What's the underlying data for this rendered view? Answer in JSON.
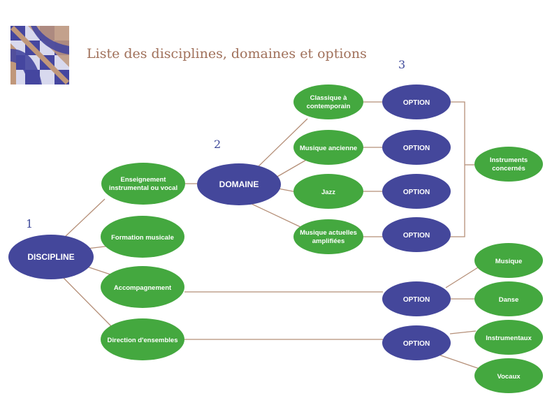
{
  "title": "Liste des disciplines, domaines et options",
  "colors": {
    "green": "#44a83f",
    "blue": "#44479b",
    "line": "#b58f78",
    "title": "#a0705a",
    "step": "#3f4a9a",
    "logo_tan": "#c0977a",
    "logo_blue": "#45469f",
    "logo_light": "#d8d9ee"
  },
  "steps": [
    "1",
    "2",
    "3"
  ],
  "discipline": "DISCIPLINE",
  "disciplines": [
    [
      "Enseignement",
      "instrumental ou vocal"
    ],
    [
      "Formation musicale"
    ],
    [
      "Accompagnement"
    ],
    [
      "Direction d'ensembles"
    ]
  ],
  "domaine": "DOMAINE",
  "domains": [
    [
      "Classique à",
      "contemporain"
    ],
    [
      "Musique ancienne"
    ],
    [
      "Jazz"
    ],
    [
      "Musique actuelles",
      "amplifiées"
    ]
  ],
  "option_label": "OPTION",
  "instruments": [
    "Instruments",
    "concernés"
  ],
  "accompagnement_targets": [
    "Musique",
    "Danse"
  ],
  "direction_targets": [
    "Instrumentaux",
    "Vocaux"
  ]
}
